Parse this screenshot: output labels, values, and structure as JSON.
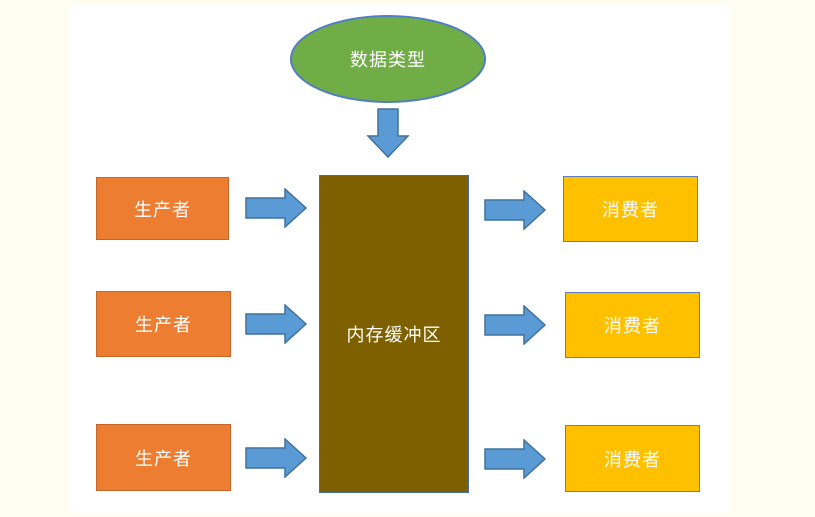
{
  "diagram": {
    "data_type_label": "数据类型",
    "buffer_label": "内存缓冲区",
    "producers": [
      {
        "label": "生产者"
      },
      {
        "label": "生产者"
      },
      {
        "label": "生产者"
      }
    ],
    "consumers": [
      {
        "label": "消费者"
      },
      {
        "label": "消费者"
      },
      {
        "label": "消费者"
      }
    ],
    "colors": {
      "data_type_fill": "#70ad47",
      "producer_fill": "#ed7d31",
      "consumer_fill": "#ffc000",
      "buffer_fill": "#7f6000",
      "arrow_fill": "#5b9bd5",
      "outline": "#41719c"
    }
  }
}
